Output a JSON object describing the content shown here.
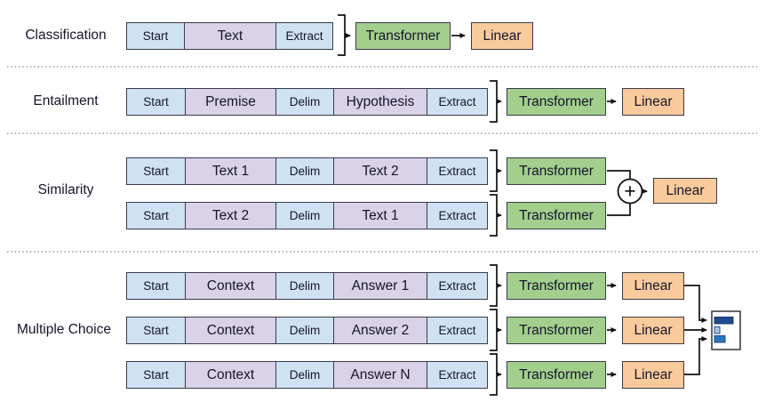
{
  "sections": [
    {
      "label": "Classification",
      "rows": [
        {
          "cells": [
            "Start",
            "Text",
            "Extract"
          ]
        }
      ]
    },
    {
      "label": "Entailment",
      "rows": [
        {
          "cells": [
            "Start",
            "Premise",
            "Delim",
            "Hypothesis",
            "Extract"
          ]
        }
      ]
    },
    {
      "label": "Similarity",
      "rows": [
        {
          "cells": [
            "Start",
            "Text 1",
            "Delim",
            "Text 2",
            "Extract"
          ]
        },
        {
          "cells": [
            "Start",
            "Text 2",
            "Delim",
            "Text 1",
            "Extract"
          ]
        }
      ]
    },
    {
      "label": "Multiple Choice",
      "rows": [
        {
          "cells": [
            "Start",
            "Context",
            "Delim",
            "Answer 1",
            "Extract"
          ]
        },
        {
          "cells": [
            "Start",
            "Context",
            "Delim",
            "Answer 2",
            "Extract"
          ]
        },
        {
          "cells": [
            "Start",
            "Context",
            "Delim",
            "Answer N",
            "Extract"
          ]
        }
      ]
    }
  ],
  "labels": {
    "transformer": "Transformer",
    "linear": "Linear",
    "sum": "+"
  },
  "colors": {
    "cell_blue": "#cfe2f3",
    "cell_purple": "#d9d2e9",
    "transformer_green": "#a3cf8d",
    "linear_orange": "#f9cb9c",
    "score_bar_top": "#1c4c8f",
    "score_bar_middle": "#a8c6e8",
    "score_bar_bottom": "#2e75b6",
    "line_black": "#111111",
    "separator_gray": "#999999"
  }
}
